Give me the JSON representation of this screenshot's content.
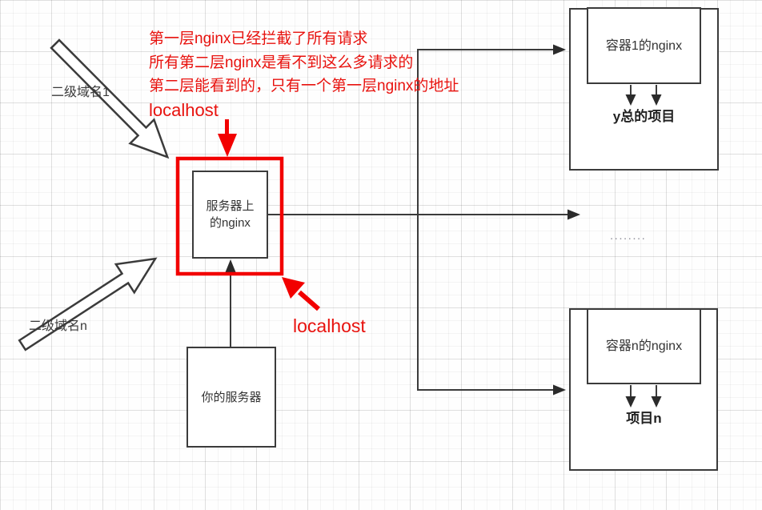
{
  "colors": {
    "red_shapes": "#f20000",
    "red_text": "#e8120e",
    "line": "#3b3b3b"
  },
  "annotation": {
    "lines": [
      "第一层nginx已经拦截了所有请求",
      "所有第二层nginx是看不到这么多请求的",
      "第二层能看到的，只有一个第一层nginx的地址",
      "localhost"
    ]
  },
  "labels": {
    "domain1": "二级域名1",
    "domainN": "二级域名n",
    "localhost_bottom": "localhost",
    "ellipsis": "........"
  },
  "nodes": {
    "server_nginx": "服务器上\n的nginx",
    "your_server": "你的服务器",
    "container1": "容器1的nginx",
    "container1_project": "y总的项目",
    "containerN": "容器n的nginx",
    "containerN_project": "项目n"
  }
}
